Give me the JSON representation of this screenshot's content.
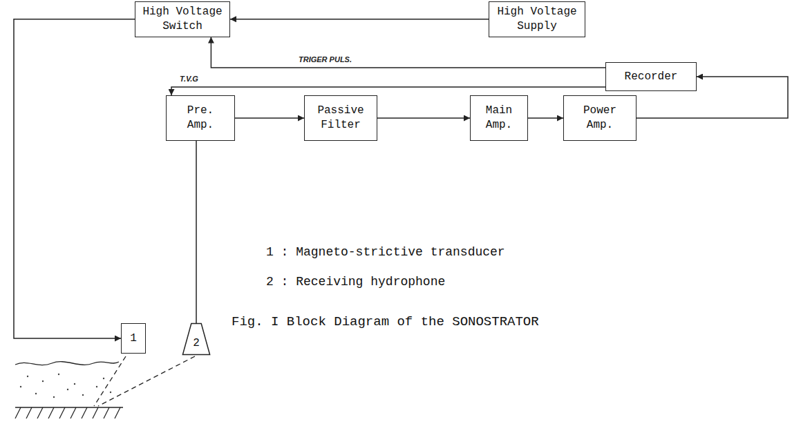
{
  "diagram": {
    "caption": "Fig. I Block Diagram of the SONOSTRATOR",
    "nodes": [
      {
        "text": [
          "High Voltage Switch"
        ]
      },
      {
        "text": [
          "High Voltage Supply"
        ]
      },
      {
        "text": [
          "Recorder"
        ]
      },
      {
        "text": [
          "Pre. Amp."
        ]
      },
      {
        "text": [
          "Passive Filter"
        ]
      },
      {
        "text": [
          "Main Amp."
        ]
      },
      {
        "text": [
          "Power Amp."
        ]
      },
      {
        "text": [
          "1"
        ]
      },
      {
        "text": [
          "2"
        ]
      }
    ],
    "edges": [
      {
        "from": 1,
        "to": 0,
        "arrow": "to"
      },
      {
        "from": 2,
        "to": 0,
        "label": "TRIGER PULS.",
        "arrow": "to"
      },
      {
        "from": 2,
        "to": 3,
        "label": "T.V.G",
        "arrow": "to"
      },
      {
        "from": 3,
        "to": 4,
        "arrow": "to"
      },
      {
        "from": 4,
        "to": 5,
        "arrow": "to"
      },
      {
        "from": 5,
        "to": 6,
        "arrow": "to"
      },
      {
        "from": 6,
        "to": 2,
        "arrow": "to"
      },
      {
        "from": 0,
        "to": 7,
        "arrow": "to"
      },
      {
        "from": 8,
        "to": 3,
        "arrow": "to"
      }
    ],
    "labels": [
      "1 : Magneto-strictive transducer",
      "2 : Receiving hydrophone"
    ]
  }
}
